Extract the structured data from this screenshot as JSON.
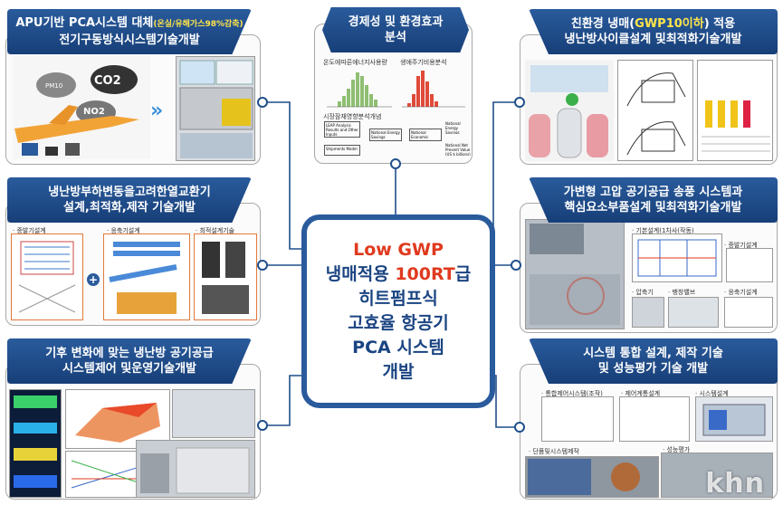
{
  "center": {
    "line1": "Low GWP",
    "line2_a": "냉매적용",
    "line2_b": "100RT",
    "line2_c": "급",
    "line3": "히트펌프식",
    "line4": "고효율 항공기",
    "line5": "PCA 시스템",
    "line6": "개발"
  },
  "top_left": {
    "title_a": "APU기반 PCA시스템 대체",
    "title_b": "(온실/유해가스98%감축)",
    "title_c": "전기구동방식시스템기술개발",
    "co2": "CO2",
    "no2": "NO2",
    "pm": "PM10"
  },
  "top_mid": {
    "title_1": "경제성 및 환경효과",
    "title_2": "분석",
    "label_1": "온도에따른에너지사용량",
    "label_2": "생애주기비용분석",
    "label_3": "시장잠재영향분석개념",
    "box_1": "LEAP Analysis Results and Other Inputs",
    "box_2": "National Energy Savings",
    "box_3": "National Economic Impacts",
    "box_4": "Shipments Model",
    "box_5": "National Energy Savings (Quads)",
    "box_6": "National Net Present Value (US $ billions)"
  },
  "top_right": {
    "title_a": "친환경 냉매(",
    "title_b": "GWP10이하",
    "title_c": ") 적용",
    "title_2": "냉난방사이클설계 및최적화기술개발"
  },
  "mid_left": {
    "title_1": "냉난방부하변동을고려한열교환기",
    "title_2": "설계,최적화,제작 기술개발",
    "label_1": "· 증발기설계",
    "label_2": "· 응축기설계",
    "label_3": "· 최적설계기술"
  },
  "mid_right": {
    "title_1": "가변형 고압 공기공급 송풍 시스템과",
    "title_2": "핵심요소부품설계 및최적화기술개발",
    "label_1": "· 기본설계(1차사(작동)",
    "label_2": "· 증발기설계",
    "label_3": "· 압축기",
    "label_4": "· 팽창밸브",
    "label_5": "· 응축기설계"
  },
  "bot_left": {
    "title_1": "기후 변화에 맞는 냉난방 공기공급",
    "title_2": "시스템제어 및운영기술개발"
  },
  "bot_right": {
    "title_1": "시스템 통합 설계, 제작 기술",
    "title_2": "및 성능평가 기술 개발",
    "label_1": "· 통합제어시스템(조작)",
    "label_2": "· 제어계통설계",
    "label_3": "· 시스템설계",
    "label_4": "· 단품및시스템제작",
    "label_5": "· 성능평가"
  },
  "watermark": "khn"
}
